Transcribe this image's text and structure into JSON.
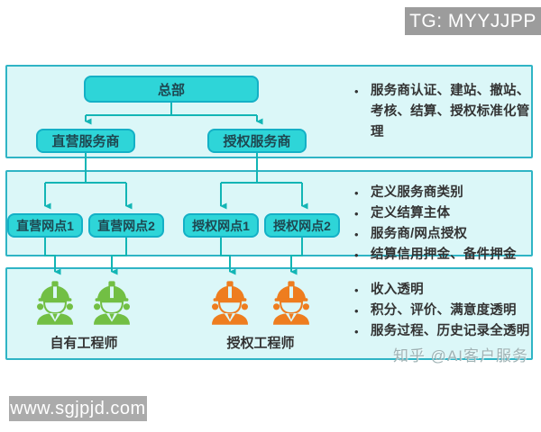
{
  "badge": {
    "tg": "TG: MYYJJPP"
  },
  "watermarks": {
    "site": "www.sgjpjd.com",
    "zhihu": "知乎 @AI客户服务"
  },
  "flow": {
    "root": "总部",
    "level2": [
      "直营服务商",
      "授权服务商"
    ],
    "level3": [
      "直营网点1",
      "直营网点2",
      "授权网点1",
      "授权网点2"
    ],
    "groups": [
      {
        "label": "自有工程师",
        "color": "#72bf44"
      },
      {
        "label": "授权工程师",
        "color": "#ee7d1f"
      }
    ]
  },
  "panels": [
    {
      "bullets": [
        "服务商认证、建站、撤站、考核、结算、授权标准化管理"
      ]
    },
    {
      "bullets": [
        "定义服务商类别",
        "定义结算主体",
        "服务商/网点授权",
        "结算信用押金、备件押金"
      ]
    },
    {
      "bullets": [
        "收入透明",
        "积分、评价、满意度透明",
        "服务过程、历史记录全透明"
      ]
    }
  ],
  "colors": {
    "node_fill": "#2ed5d8",
    "node_border": "#14b0c6",
    "panel_bg": "#dbf7f8",
    "panel_border": "#2fb4c5",
    "connector": "#12b5b5",
    "engineer_green": "#72bf44",
    "engineer_orange": "#ee7d1f",
    "badge_gray": "#9c9c9c"
  },
  "bullet_char": "•"
}
